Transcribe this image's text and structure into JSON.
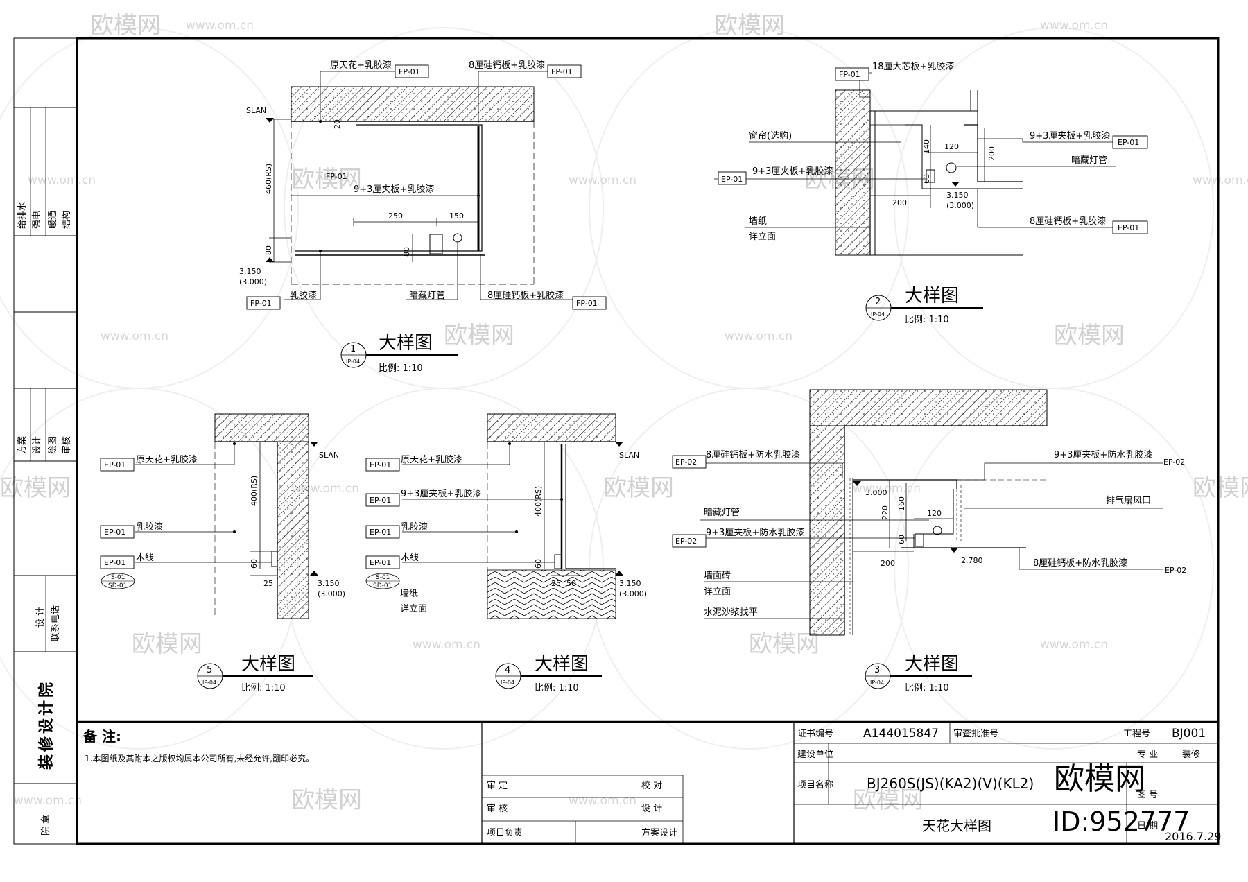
{
  "watermark": {
    "logo_text": "欧模网",
    "url": "www.om.cn",
    "big_logo": "欧模网",
    "id_text": "ID:952777"
  },
  "left_strip": {
    "rows_top": [
      "给排水",
      "强电",
      "暖通",
      "结构"
    ],
    "rows_mid": [
      "方案",
      "设计",
      "绘图",
      "审核"
    ],
    "design_labels": [
      "设 计",
      "联系电话"
    ],
    "institute": "装修设计院",
    "bottom": "院 章"
  },
  "details": {
    "d1": {
      "title": "大样图",
      "scale": "比例:    1:10",
      "num": "1",
      "sheet": "IP-04",
      "labels": {
        "orig_ceiling": "原天花+乳胶漆",
        "board_top": "8厘硅钙板+乳胶漆",
        "plywood": "9+3厘夹板+乳胶漆",
        "latex": "乳胶漆",
        "hidden_lamp": "暗藏灯管",
        "board_bottom": "8厘硅钙板+乳胶漆"
      },
      "tags": [
        "FP-01",
        "FP-01",
        "FP-01",
        "FP-01",
        "FP-01"
      ],
      "slan": "SLAN",
      "dims": [
        "20",
        "460(RS)",
        "250",
        "150",
        "80",
        "80"
      ],
      "level": "3.150",
      "level2": "(3.000)"
    },
    "d2": {
      "title": "大样图",
      "scale": "比例:      1:10",
      "num": "2",
      "sheet": "IP-04",
      "labels": {
        "core_board": "18厘大芯板+乳胶漆",
        "curtain": "窗帘(选购)",
        "plywood_left": "9+3厘夹板+乳胶漆",
        "wallpaper": "墙纸",
        "see_elev": "详立面",
        "plywood_right": "9+3厘夹板+乳胶漆",
        "hidden_lamp": "暗藏灯管",
        "board": "8厘硅钙板+乳胶漆"
      },
      "tags": [
        "FP-01",
        "EP-01",
        "EP-01",
        "EP-01"
      ],
      "dims": [
        "140",
        "120",
        "200",
        "60",
        "200"
      ],
      "level": "3.150",
      "level2": "(3.000)"
    },
    "d3": {
      "title": "大样图",
      "scale": "比例:      1:10",
      "num": "3",
      "sheet": "IP-04",
      "labels": {
        "board_top": "8厘硅钙板+防水乳胶漆",
        "plywood_right": "9+3厘夹板+防水乳胶漆",
        "fan": "排气扇风口",
        "hidden_lamp": "暗藏灯管",
        "plywood_left": "9+3厘夹板+防水乳胶漆",
        "board_bottom": "8厘硅钙板+防水乳胶漆",
        "tile": "墙面砖",
        "see_elev": "详立面",
        "mortar": "水泥沙浆找平"
      },
      "tags": [
        "EP-02",
        "EP-02",
        "EP-02",
        "EP-02"
      ],
      "dims": [
        "3.000",
        "160",
        "220",
        "120",
        "60",
        "200"
      ],
      "level": "2.780"
    },
    "d4": {
      "title": "大样图",
      "scale": "比例:      1:10",
      "num": "4",
      "sheet": "IP-04",
      "labels": {
        "orig_ceiling": "原天花+乳胶漆",
        "plywood": "9+3厘夹板+乳胶漆",
        "latex": "乳胶漆",
        "wood_line": "木线",
        "wallpaper": "墙纸",
        "see_elev": "详立面"
      },
      "tags": [
        "EP-01",
        "EP-01",
        "EP-01",
        "EP-01"
      ],
      "sub_tag": [
        "S-01",
        "SD-01"
      ],
      "slan": "SLAN",
      "dims": [
        "400(RS)",
        "60",
        "25",
        "50"
      ],
      "level": "3.150",
      "level2": "(3.000)"
    },
    "d5": {
      "title": "大样图",
      "scale": "比例:      1:10",
      "num": "5",
      "sheet": "IP-04",
      "labels": {
        "orig_ceiling": "原天花+乳胶漆",
        "latex": "乳胶漆",
        "wood_line": "木线"
      },
      "tags": [
        "EP-01",
        "EP-01",
        "EP-01"
      ],
      "sub_tag": [
        "S-01",
        "SD-01"
      ],
      "slan": "SLAN",
      "dims": [
        "400(RS)",
        "60",
        "25"
      ],
      "level": "3.150",
      "level2": "(3.000)"
    }
  },
  "title_block": {
    "notes_title": "备 注:",
    "notes_text": "1.本图纸及其附本之版权均属本公司所有,未经允许,翻印必究。",
    "sign": [
      "审 定",
      "校 对",
      "审 核",
      "设 计",
      "项目负责",
      "方案设计"
    ],
    "cert_label": "证书编号",
    "cert_value": "A144015847",
    "review_label": "审查批准号",
    "project_no_label": "工程号",
    "project_no_value": "BJ001",
    "client_label": "建设单位",
    "project_label": "项目名称",
    "project_value": "BJ260S(JS)(KA2)(V)(KL2)",
    "drawing_name": "天花大样图",
    "right_labels": [
      "专 业",
      "装修",
      "图 号",
      "日 期"
    ],
    "date": "2016.7.29"
  }
}
